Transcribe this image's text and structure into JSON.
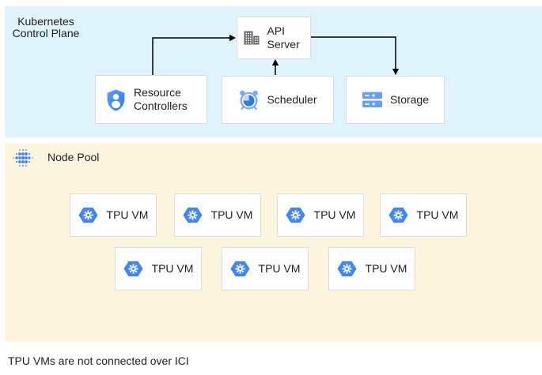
{
  "colors": {
    "control_plane_bg": "#dff3fd",
    "node_pool_bg": "#fcf6de",
    "node_border": "#dcdcdc",
    "arrow": "#000000",
    "google_blue": "#4285f4",
    "light_blue": "#7baaf7",
    "icon_gray": "#5f6368",
    "text": "#1f1f1f"
  },
  "control_plane": {
    "label": "Kubernetes Control Plane",
    "api_server": {
      "label": "API Server",
      "icon": "building-icon"
    },
    "resource_controllers": {
      "label": "Resource Controllers",
      "icon": "shield-user-icon"
    },
    "scheduler": {
      "label": "Scheduler",
      "icon": "alarm-clock-icon"
    },
    "storage": {
      "label": "Storage",
      "icon": "storage-disks-icon"
    }
  },
  "node_pool": {
    "label": "Node Pool",
    "icon": "dot-grid-icon",
    "vms": [
      "TPU VM",
      "TPU VM",
      "TPU VM",
      "TPU VM",
      "TPU VM",
      "TPU VM",
      "TPU VM"
    ]
  },
  "arrows": [
    {
      "from": "resource-controllers",
      "to": "api-server"
    },
    {
      "from": "scheduler",
      "to": "api-server"
    },
    {
      "from": "api-server",
      "to": "storage"
    }
  ],
  "caption": "TPU VMs are not connected over ICI"
}
